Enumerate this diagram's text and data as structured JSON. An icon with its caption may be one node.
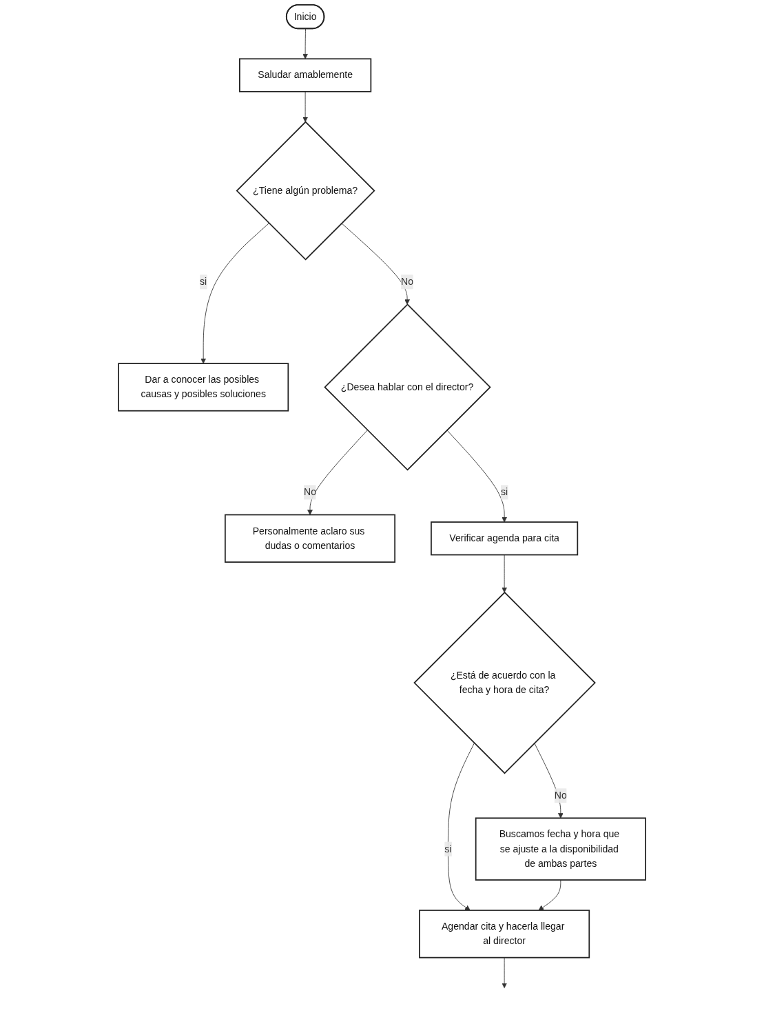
{
  "diagram": {
    "nodes": [
      {
        "text": [
          "Inicio"
        ]
      },
      {
        "text": [
          "Saludar amablemente"
        ]
      },
      {
        "text": [
          "¿Tiene algún problema?"
        ]
      },
      {
        "text": [
          "Dar a conocer las posibles causas y posibles soluciones"
        ]
      },
      {
        "text": [
          "¿Desea hablar con el director?"
        ]
      },
      {
        "text": [
          "Personalmente aclaro sus dudas o comentarios"
        ]
      },
      {
        "text": [
          "Verificar agenda para cita"
        ]
      },
      {
        "text": [
          "¿Está de acuerdo con la fecha y hora de cita?"
        ]
      },
      {
        "text": [
          "Buscamos fecha y hora que se ajuste a la disponibilidad de ambas partes"
        ]
      },
      {
        "text": [
          "Agendar cita y hacerla llegar al director"
        ]
      }
    ],
    "edges": [
      {
        "from": 0,
        "to": 1,
        "arrow": "to"
      },
      {
        "from": 1,
        "to": 2,
        "arrow": "to"
      },
      {
        "from": 2,
        "to": 3,
        "label": "si",
        "arrow": "to"
      },
      {
        "from": 2,
        "to": 4,
        "label": "No",
        "arrow": "to"
      },
      {
        "from": 4,
        "to": 5,
        "label": "No",
        "arrow": "to"
      },
      {
        "from": 4,
        "to": 6,
        "label": "si",
        "arrow": "to"
      },
      {
        "from": 6,
        "to": 7,
        "arrow": "to"
      },
      {
        "from": 7,
        "to": 8,
        "label": "No",
        "arrow": "to"
      },
      {
        "from": 7,
        "to": 9,
        "label": "si",
        "arrow": "to"
      },
      {
        "from": 8,
        "to": 9,
        "arrow": "to"
      },
      {
        "from": 9,
        "to": null,
        "arrow": "to"
      }
    ]
  }
}
